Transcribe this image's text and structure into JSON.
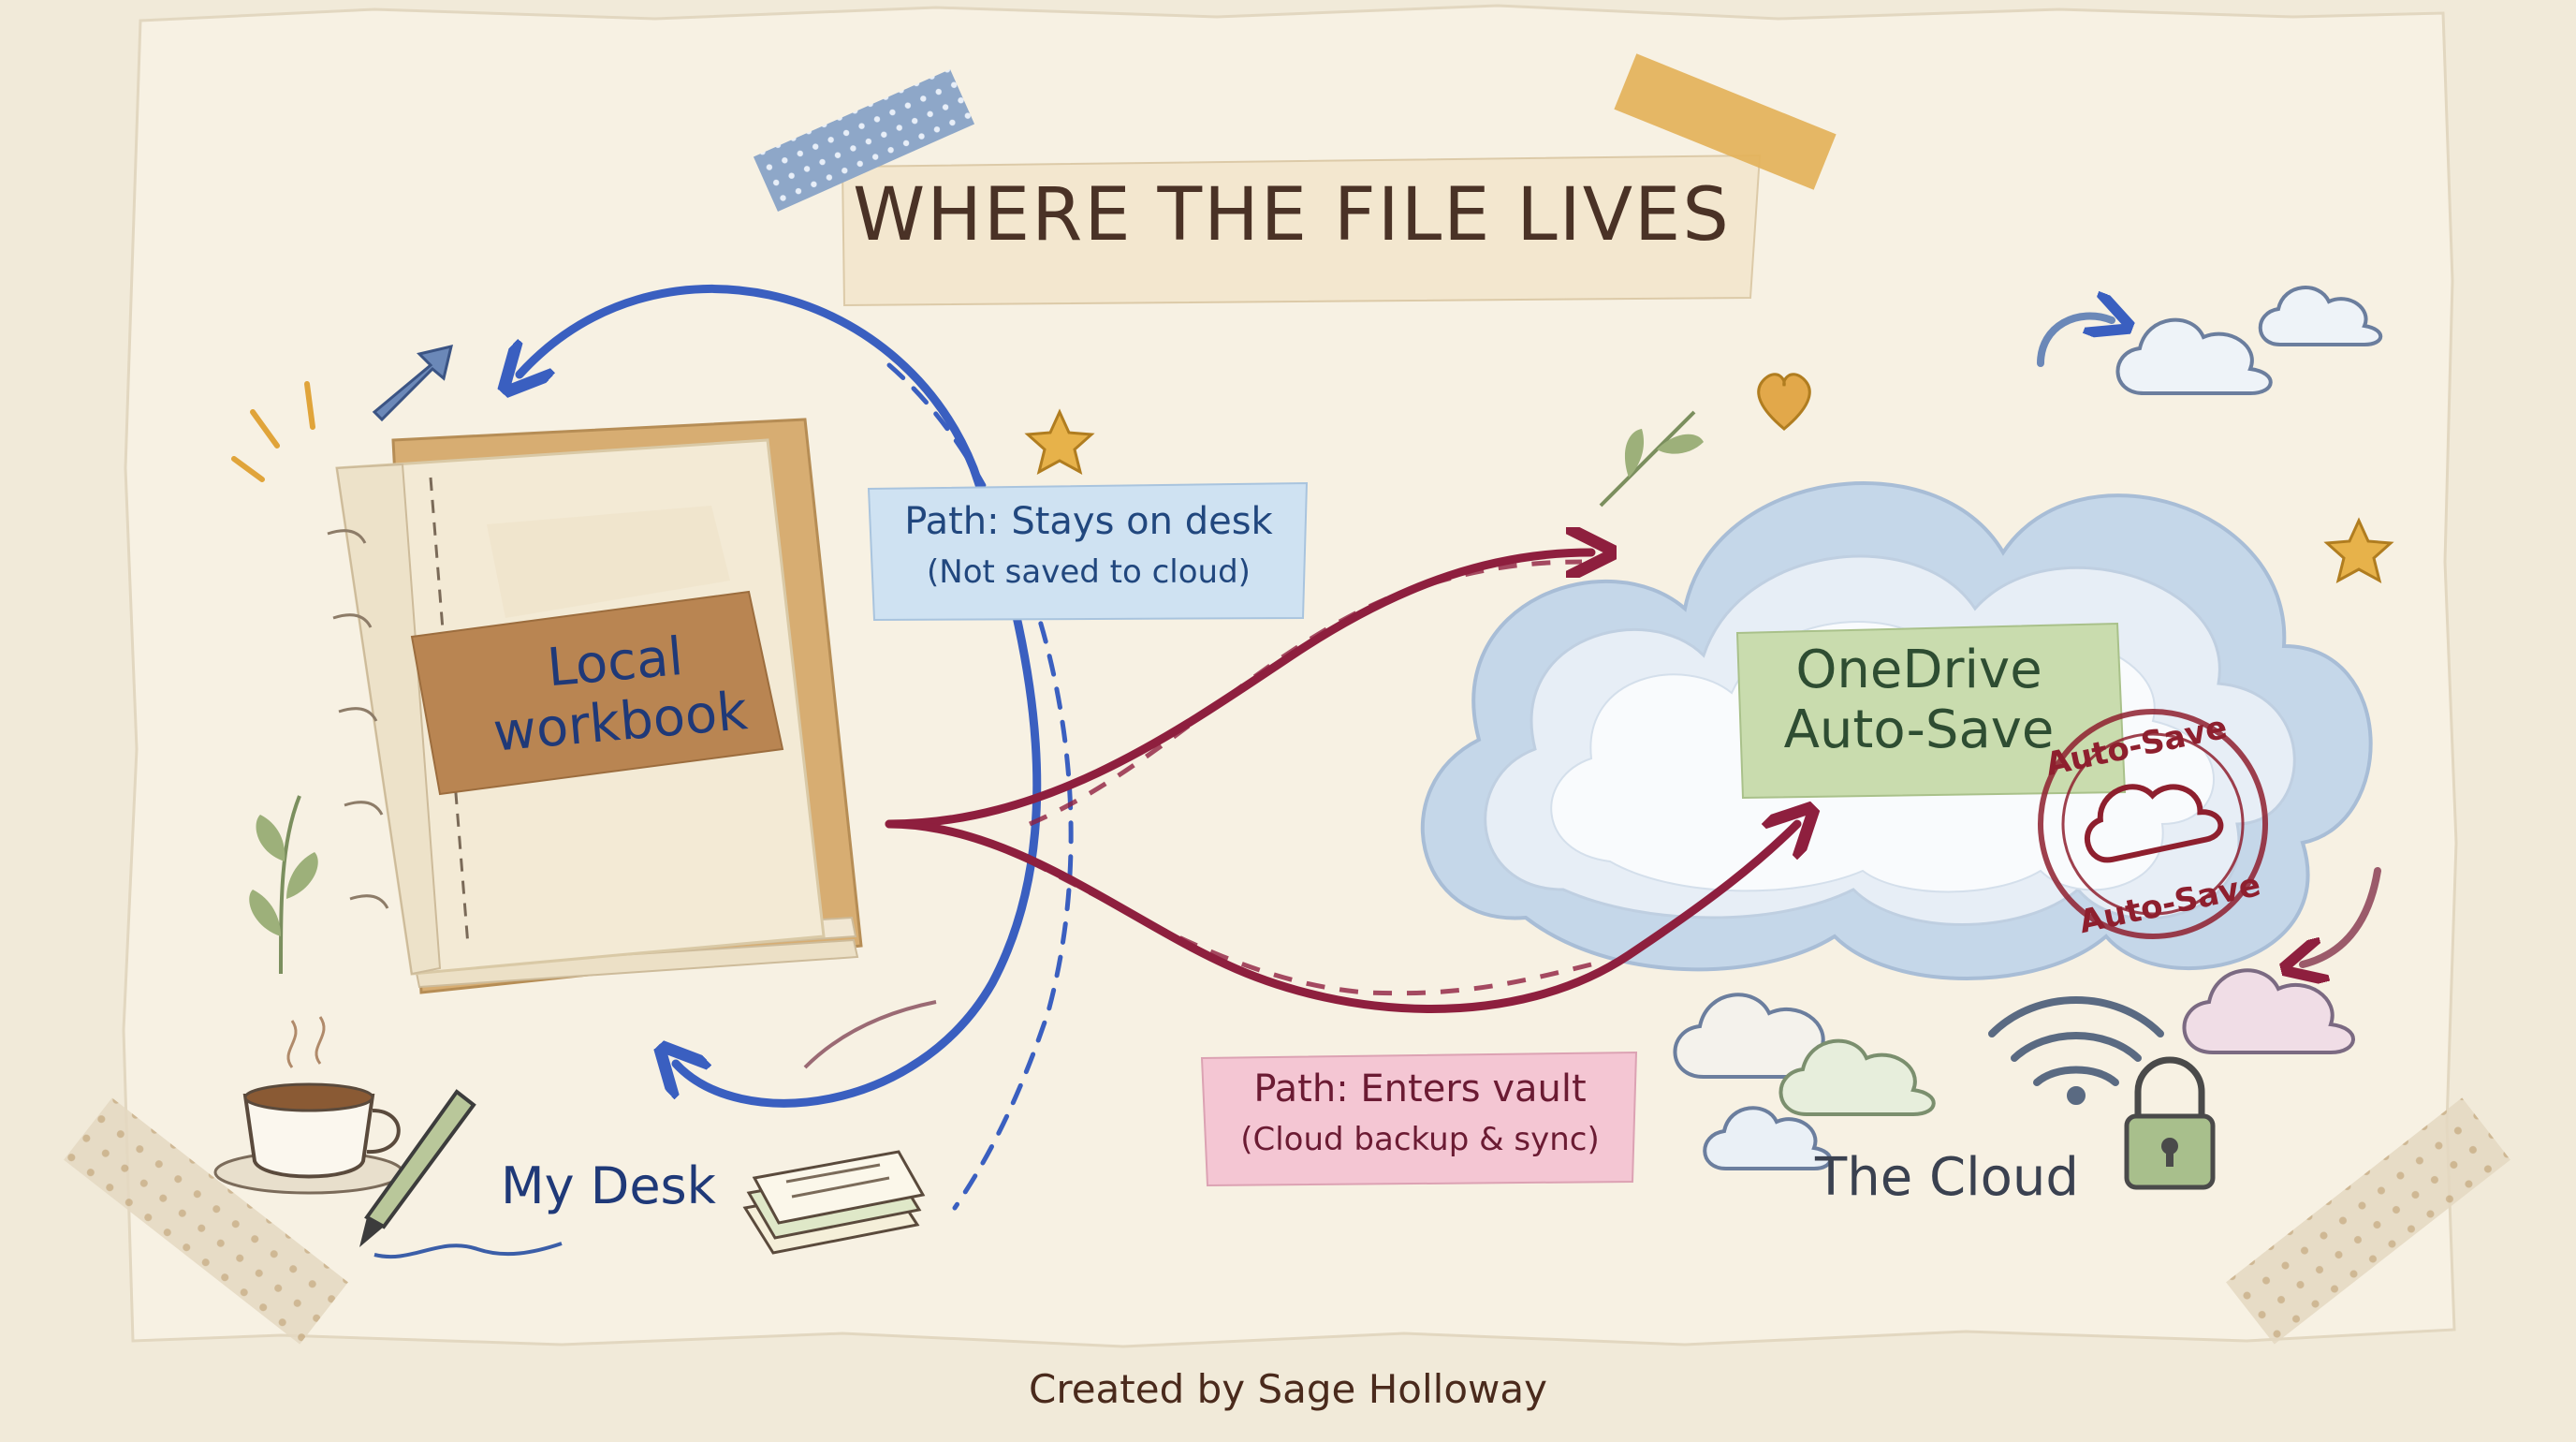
{
  "title": "WHERE THE FILE LIVES",
  "local_label": [
    "Local",
    "workbook"
  ],
  "cloud_label": [
    "OneDrive",
    "Auto-Save"
  ],
  "stamp_text": "Auto-Save",
  "path_desk": {
    "main": "Path: Stays on desk",
    "sub": "(Not saved to cloud)"
  },
  "path_vault": {
    "main": "Path: Enters vault",
    "sub": "(Cloud backup & sync)"
  },
  "my_desk": "My Desk",
  "the_cloud": "The Cloud",
  "credit": "Created by Sage Holloway",
  "colors": {
    "paper": "#f7f1e3",
    "background": "#f1ead9",
    "blue_arrow": "#3a5fc0",
    "red_arrow": "#8e1f3e",
    "title_strip": "#f3e7cf",
    "local_tag": "#b98552",
    "cloud_tag": "#c9dcae",
    "path_desk_tag": "#cfe2f2",
    "path_vault_tag": "#f4c6d3",
    "stamp": "#8e1f2e"
  },
  "icons": [
    "notebook-icon",
    "cloud-icon",
    "coffee-cup-icon",
    "pen-icon",
    "paper-stack-icon",
    "wifi-icon",
    "padlock-icon",
    "star-icon",
    "leaf-icon",
    "heart-icon",
    "washi-tape-icon"
  ]
}
